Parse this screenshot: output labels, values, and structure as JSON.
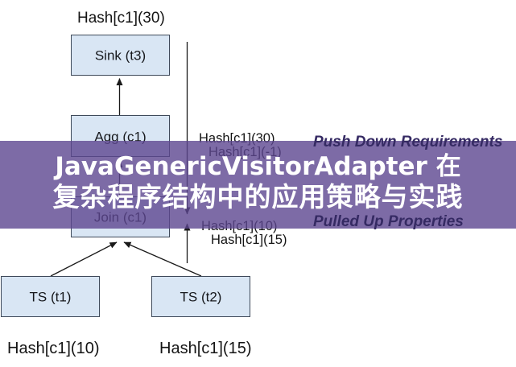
{
  "banner": {
    "title_line_1": "JavaGenericVisitorAdapter 在",
    "title_line_2": "复杂程序结构中的应用策略与实践",
    "background_color": "#5c4690",
    "title_color": "#ffffff"
  },
  "annotations": {
    "push_down": "Push Down Requirements",
    "pulled_up": "Pulled Up Properties",
    "text_color": "#352a63"
  },
  "nodes": {
    "sink": "Sink (t3)",
    "agg": "Agg (c1)",
    "join": "Join (c1)",
    "ts1": "TS (t1)",
    "ts2": "TS (t2)",
    "fill_color": "#d9e6f4"
  },
  "hash_labels": {
    "sink_top": "Hash[c1](30)",
    "push_down_1": "Hash[c1](30)",
    "push_down_2": "Hash[c1](-1)",
    "pulled_up_1": "Hash[c1](10)",
    "pulled_up_2": "Hash[c1](15)",
    "ts1_bottom": "Hash[c1](10)",
    "ts2_bottom": "Hash[c1](15)"
  }
}
